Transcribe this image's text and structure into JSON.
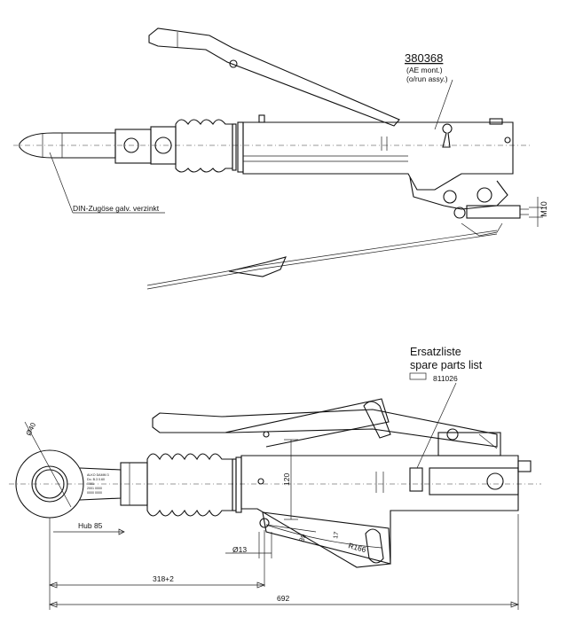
{
  "top_view": {
    "part_number": "380368",
    "note_line1": "(AE mont.)",
    "note_line2": "(o/run assy.)",
    "eye_label": "DIN-Zugöse galv. verzinkt",
    "dim_m10": "M10"
  },
  "bottom_view": {
    "spare_parts_de": "Ersatzliste",
    "spare_parts_en": "spare parts list",
    "spare_parts_number": "811026",
    "dim_eye_dia": "Ø40",
    "dim_hub": "Hub 85",
    "dim_120": "120",
    "dim_13": "Ø13",
    "dim_radius": "R166",
    "dim_89": "89",
    "dim_17": "17",
    "dim_318": "318+2",
    "dim_692": "692",
    "plate_lines": [
      "ALKO  DAMM  3",
      "Do.  B.3  0.60",
      "0001",
      "2001  0000",
      "0000  0000"
    ]
  }
}
